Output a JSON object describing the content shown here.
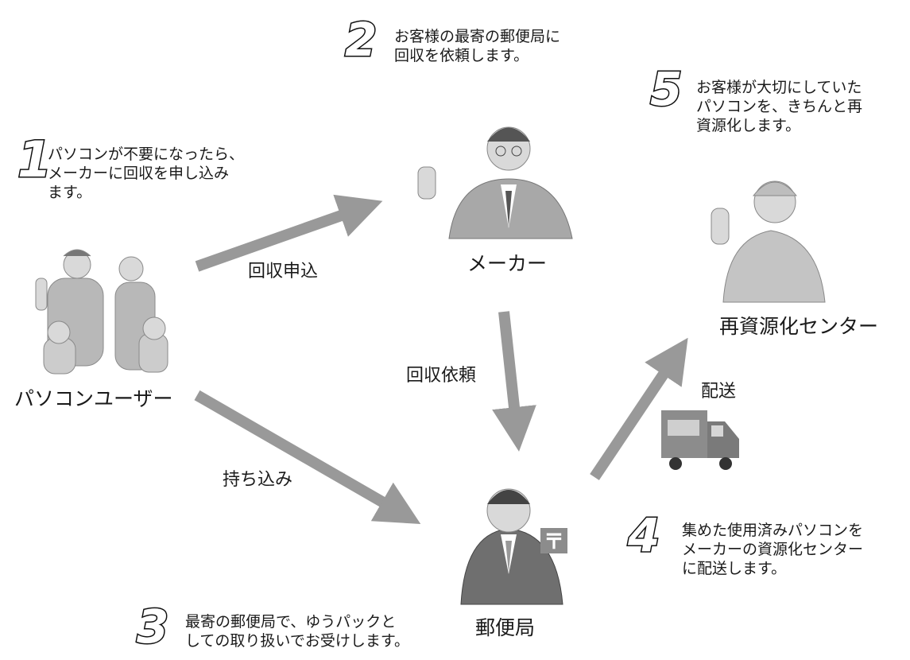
{
  "steps": [
    {
      "number": "1",
      "text": "パソコンが不要になったら、\nメーカーに回収を申し込み\nます。"
    },
    {
      "number": "2",
      "text": "お客様の最寄の郵便局に\n回収を依頼します。"
    },
    {
      "number": "3",
      "text": "最寄の郵便局で、ゆうパックと\nしての取り扱いでお受けします。"
    },
    {
      "number": "4",
      "text": "集めた使用済みパソコンを\nメーカーの資源化センター\nに配送します。"
    },
    {
      "number": "5",
      "text": "お客様が大切にしていた\nパソコンを、きちんと再\n資源化します。"
    }
  ],
  "nodes": {
    "user": "パソコンユーザー",
    "maker": "メーカー",
    "post_office": "郵便局",
    "recycle_center": "再資源化センター"
  },
  "edges": {
    "collection_request": "回収申込",
    "collection_order": "回収依頼",
    "carry_in": "持ち込み",
    "delivery": "配送"
  },
  "post_sign": "〒",
  "colors": {
    "arrow": "#999999",
    "figure": "#b8b8b8",
    "figure_dark": "#6f6f6f",
    "skin": "#d9d9d9"
  }
}
